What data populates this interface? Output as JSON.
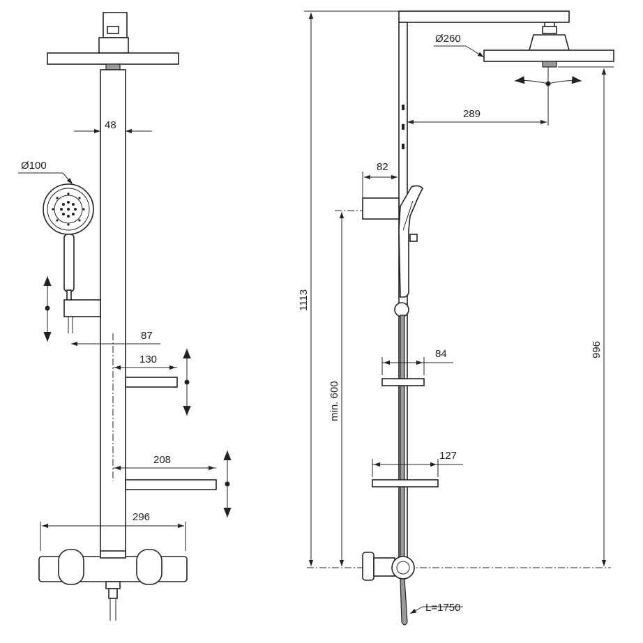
{
  "front_view": {
    "dim_bar_width": "48",
    "dim_hand_shower_diameter": "Ø100",
    "dim_hand_holder_offset": "87",
    "dim_shelf_small_width": "130",
    "dim_shelf_large_width": "208",
    "dim_mixer_width": "296"
  },
  "side_view": {
    "dim_head_shower_diameter": "Ø260",
    "dim_arm_reach": "289",
    "dim_holder_depth": "82",
    "dim_total_height": "1113",
    "dim_min_height": "min. 600",
    "dim_head_height": "996",
    "dim_shelf_small_depth": "84",
    "dim_shelf_large_depth": "127",
    "dim_hose_length": "L=1750"
  },
  "colors": {
    "line": "#222222",
    "background": "#ffffff",
    "hose": "#9a9a9a"
  }
}
